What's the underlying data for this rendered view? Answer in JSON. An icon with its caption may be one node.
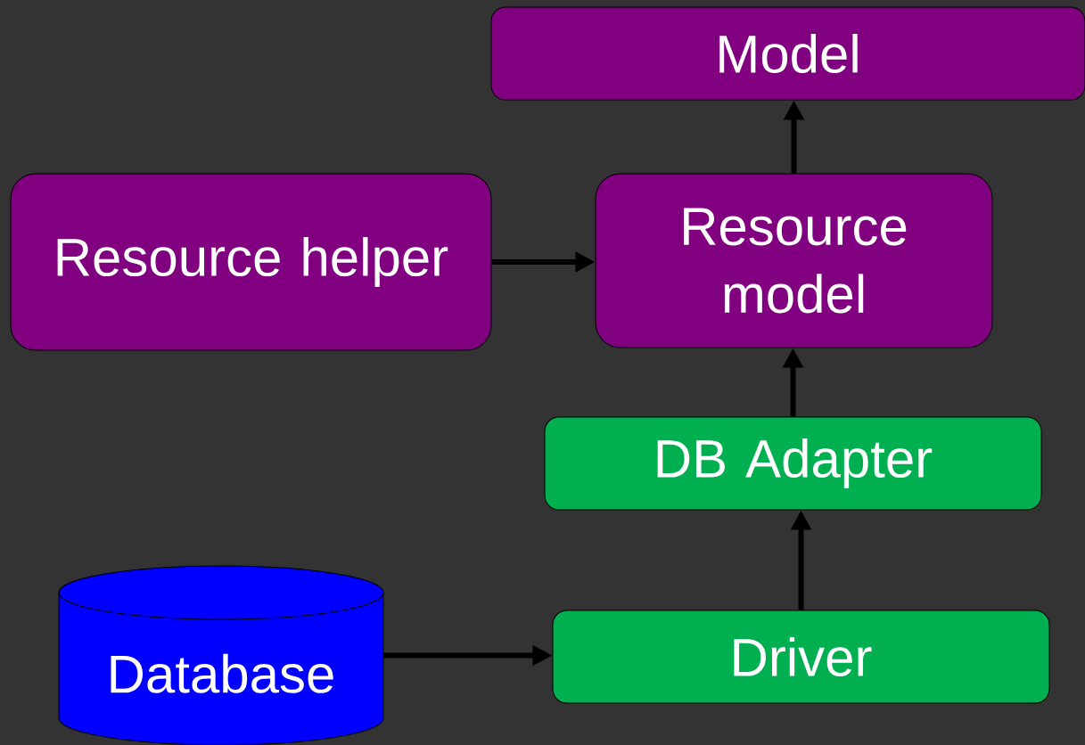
{
  "diagram": {
    "nodes": [
      {
        "text": [
          "Model"
        ]
      },
      {
        "text": [
          "Resource helper"
        ]
      },
      {
        "text": [
          "Resource model"
        ]
      },
      {
        "text": [
          "DB Adapter"
        ]
      },
      {
        "text": [
          "Database"
        ]
      },
      {
        "text": [
          "Driver"
        ]
      }
    ],
    "edges": [
      {
        "from": 1,
        "to": 2,
        "arrow": "to"
      },
      {
        "from": 2,
        "to": 0,
        "arrow": "to"
      },
      {
        "from": 3,
        "to": 2,
        "arrow": "to"
      },
      {
        "from": 5,
        "to": 3,
        "arrow": "to"
      },
      {
        "from": 4,
        "to": 5,
        "arrow": "to"
      }
    ]
  }
}
